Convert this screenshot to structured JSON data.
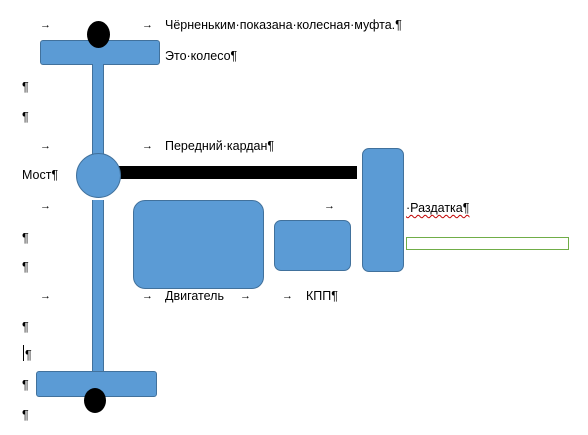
{
  "labels": {
    "clutch_note": "Чёрненьким·показана·колесная·муфта.¶",
    "wheel": "Это·колесо¶",
    "front_driveshaft": "Передний·кардан¶",
    "axle": "Мост¶",
    "transfer_case": "·Раздатка¶",
    "engine": "Двигатель",
    "gearbox": "КПП¶"
  },
  "marks": {
    "pilcrow": "¶",
    "tab_arrow": "→"
  },
  "colors": {
    "shape_fill": "#5b9bd5",
    "shape_border": "#41719c",
    "spell_underline": "#c00000",
    "textbox_border": "#70ad47"
  }
}
